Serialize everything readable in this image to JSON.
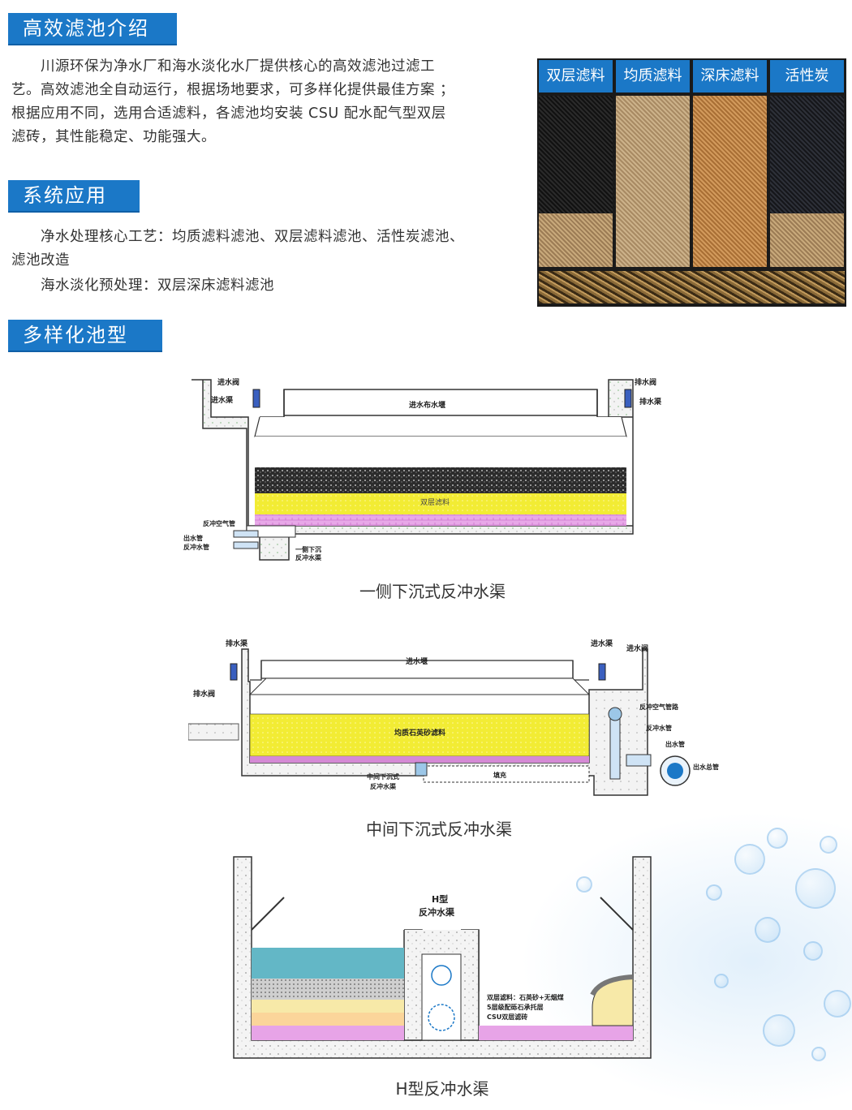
{
  "sections": {
    "intro": {
      "title": "高效滤池介绍",
      "lines": [
        "川源环保为净水厂和海水淡化水厂提供核心的高效滤池过滤工",
        "艺。高效滤池全自动运行，根据场地要求，可多样化提供最佳方案 ；",
        "根据应用不同，选用合适滤料，各滤池均安装 CSU 配水配气型双层",
        "滤砖，其性能稳定、功能强大。"
      ]
    },
    "application": {
      "title": "系统应用",
      "lines": [
        "净水处理核心工艺：均质滤料滤池、双层滤料滤池、活性炭滤池、",
        "滤池改造",
        "海水淡化预处理：双层深床滤料滤池"
      ]
    },
    "types": {
      "title": "多样化池型"
    }
  },
  "media_columns": [
    {
      "label": "双层滤料",
      "color": "#1a1a1a"
    },
    {
      "label": "均质滤料",
      "color": "#b7996f"
    },
    {
      "label": "深床滤料",
      "color": "#b9834a"
    },
    {
      "label": "活性炭",
      "color": "#202227"
    }
  ],
  "diagram1": {
    "caption": "一侧下沉式反冲水渠",
    "labels": {
      "inlet_valve": "进水阀",
      "inlet_channel": "进水渠",
      "drain_valve": "排水阀",
      "drain_channel": "排水渠",
      "weir": "进水布水堰",
      "media": "双层滤料",
      "air_pipe": "反冲空气管",
      "outlet_pipe": "出水管",
      "backwash_pipe": "反冲水管",
      "side_channel_1": "一侧下沉",
      "side_channel_2": "反冲水渠"
    }
  },
  "diagram2": {
    "caption": "中间下沉式反冲水渠",
    "labels": {
      "drain_channel": "排水渠",
      "drain_valve": "排水阀",
      "weir": "进水堰",
      "inlet_channel": "进水渠",
      "inlet_valve": "进水阀",
      "media": "均质石英砂滤料",
      "air_pipe": "反冲空气管路",
      "backwash_pipe": "反冲水管",
      "outlet_pipe": "出水管",
      "outlet_main": "出水总管",
      "fill": "填充",
      "mid_channel_1": "中间下沉式",
      "mid_channel_2": "反冲水渠"
    }
  },
  "diagram3": {
    "caption": "H型反冲水渠",
    "labels": {
      "h_title_1": "H型",
      "h_title_2": "反冲水渠",
      "note_1": "双层滤料：石英砂+无烟煤",
      "note_2": "5层级配砾石承托层",
      "note_3": "CSU双层滤砖"
    }
  }
}
